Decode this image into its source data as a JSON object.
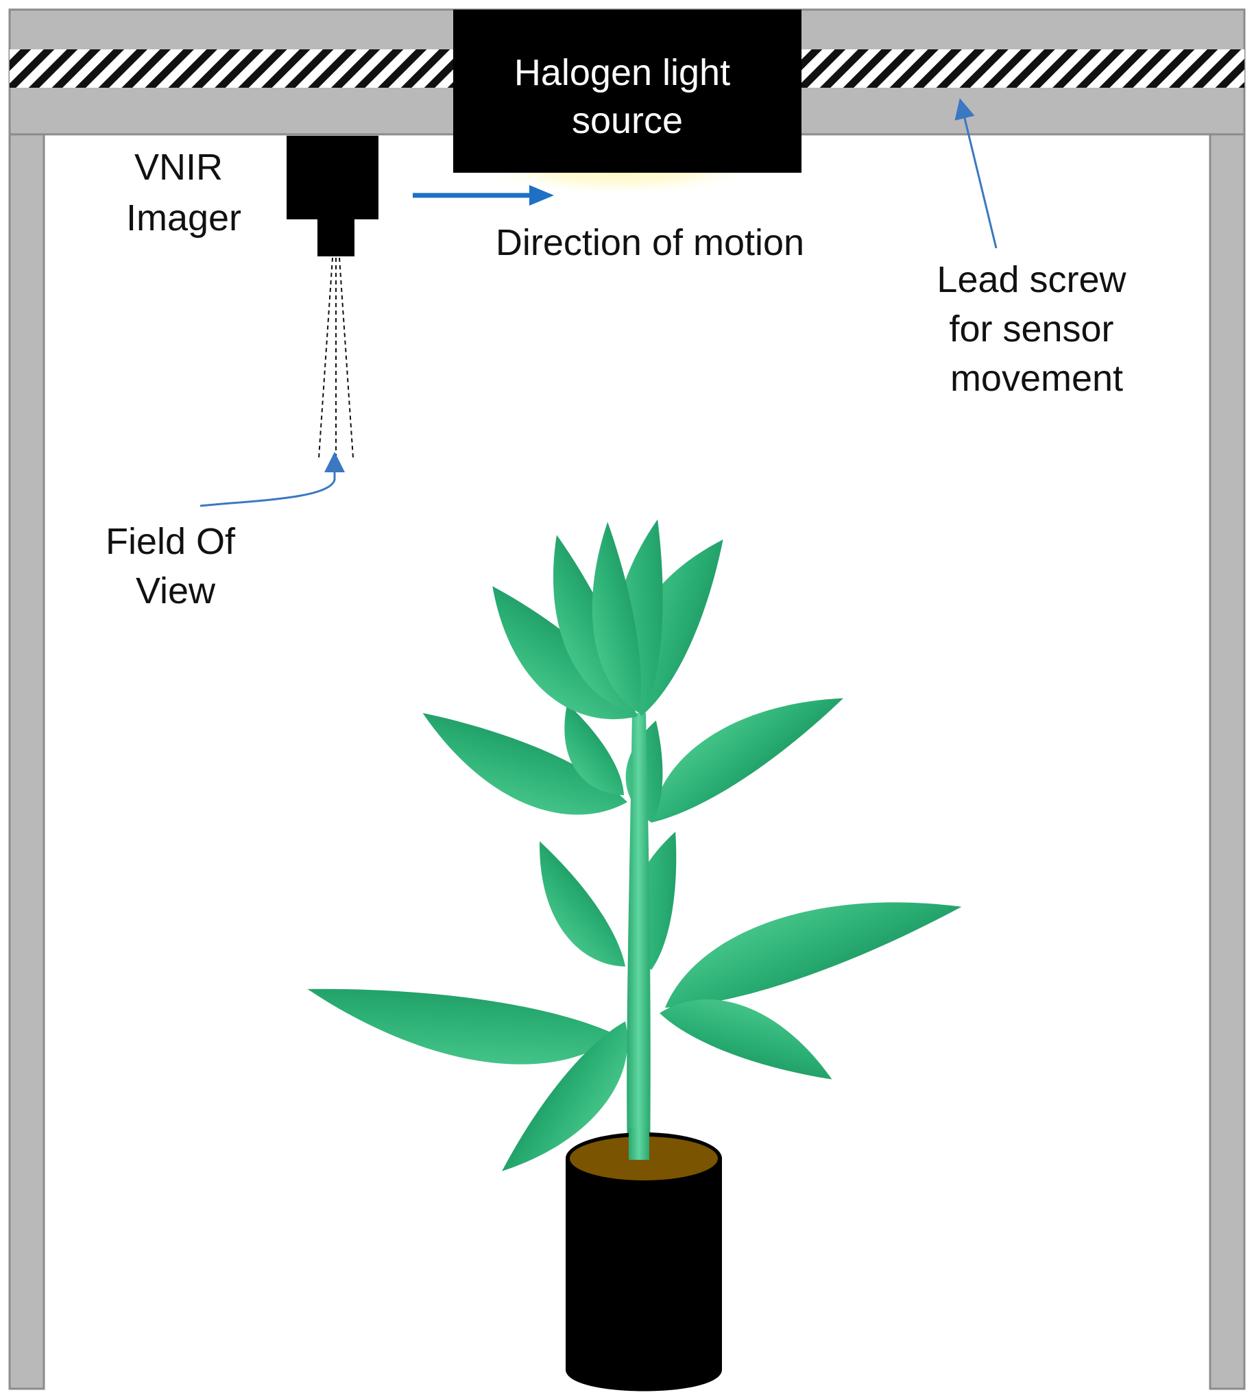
{
  "labels": {
    "light_source": [
      "Halogen light",
      "source"
    ],
    "imager": [
      "VNIR",
      "Imager"
    ],
    "direction": "Direction of motion",
    "lead_screw": [
      "Lead screw",
      "for sensor",
      "movement"
    ],
    "field_of_view": [
      "Field Of",
      "View"
    ]
  },
  "colors": {
    "frame": "#b9b9b9",
    "frame_edge": "#8c8c8c",
    "hatch": "#111111",
    "camera": "#000000",
    "light_box": "#000000",
    "light_glow": "#fff3a0",
    "direction_arrow": "#1f6fc4",
    "callout_arrow": "#3a78c2",
    "leaf": "#2db177",
    "leaf_dark": "#138a55",
    "leaf_light": "#5fd39a",
    "stem": "#3cc081",
    "pot": "#000000",
    "soil": "#7a5400"
  },
  "icons": {
    "camera": "camera-icon",
    "light": "lamp-icon",
    "plant": "plant-icon",
    "pot": "pot-icon"
  }
}
